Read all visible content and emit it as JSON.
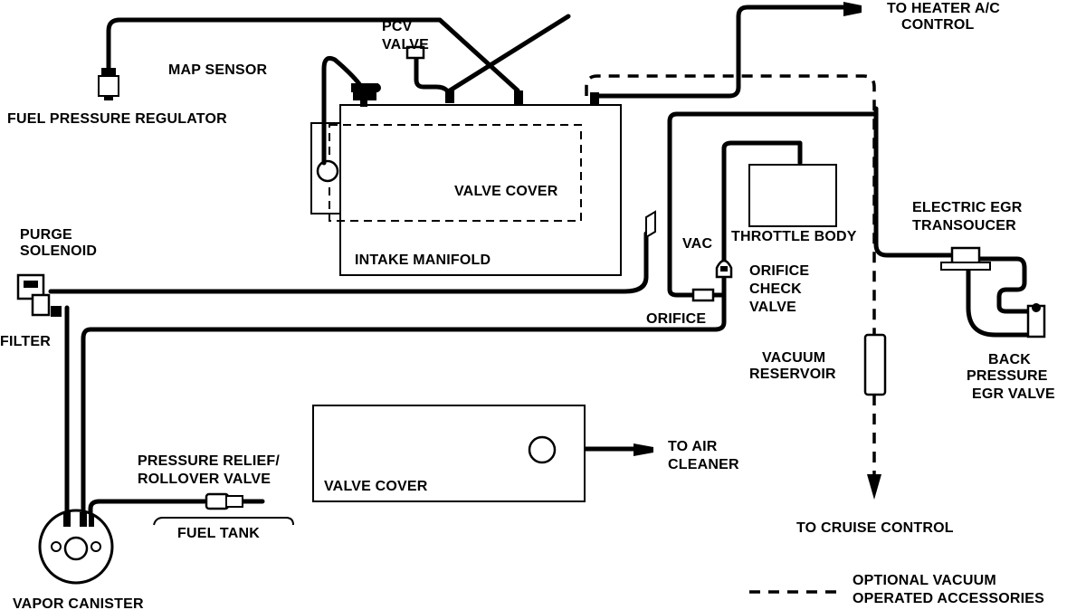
{
  "labels": {
    "to_heater_line1": "TO HEATER A/C",
    "to_heater_line2": "CONTROL",
    "pcv_line1": "PCV",
    "pcv_line2": "VALVE",
    "map_sensor": "MAP SENSOR",
    "fuel_pressure_regulator": "FUEL PRESSURE REGULATOR",
    "valve_cover_top": "VALVE COVER",
    "intake_manifold": "INTAKE MANIFOLD",
    "purge_line1": "PURGE",
    "purge_line2": "SOLENOID",
    "filter": "FILTER",
    "vac": "VAC",
    "throttle_body": "THROTTLE BODY",
    "egr_transducer_line1": "ELECTRIC EGR",
    "egr_transducer_line2": "TRANSOUCER",
    "orifice_check_line1": "ORIFICE",
    "orifice_check_line2": "CHECK",
    "orifice_check_line3": "VALVE",
    "orifice": "ORIFICE",
    "vacuum_reservoir_line1": "VACUUM",
    "vacuum_reservoir_line2": "RESERVOIR",
    "back_pressure_line1": "BACK",
    "back_pressure_line2": "PRESSURE",
    "back_pressure_line3": "EGR VALVE",
    "to_air_line1": "TO AIR",
    "to_air_line2": "CLEANER",
    "valve_cover_bottom": "VALVE COVER",
    "pressure_relief_line1": "PRESSURE RELIEF/",
    "pressure_relief_line2": "ROLLOVER VALVE",
    "fuel_tank": "FUEL TANK",
    "to_cruise_control": "TO CRUISE CONTROL",
    "vapor_canister": "VAPOR CANISTER",
    "legend_line1": "OPTIONAL VACUUM",
    "legend_line2": "OPERATED ACCESSORIES"
  }
}
